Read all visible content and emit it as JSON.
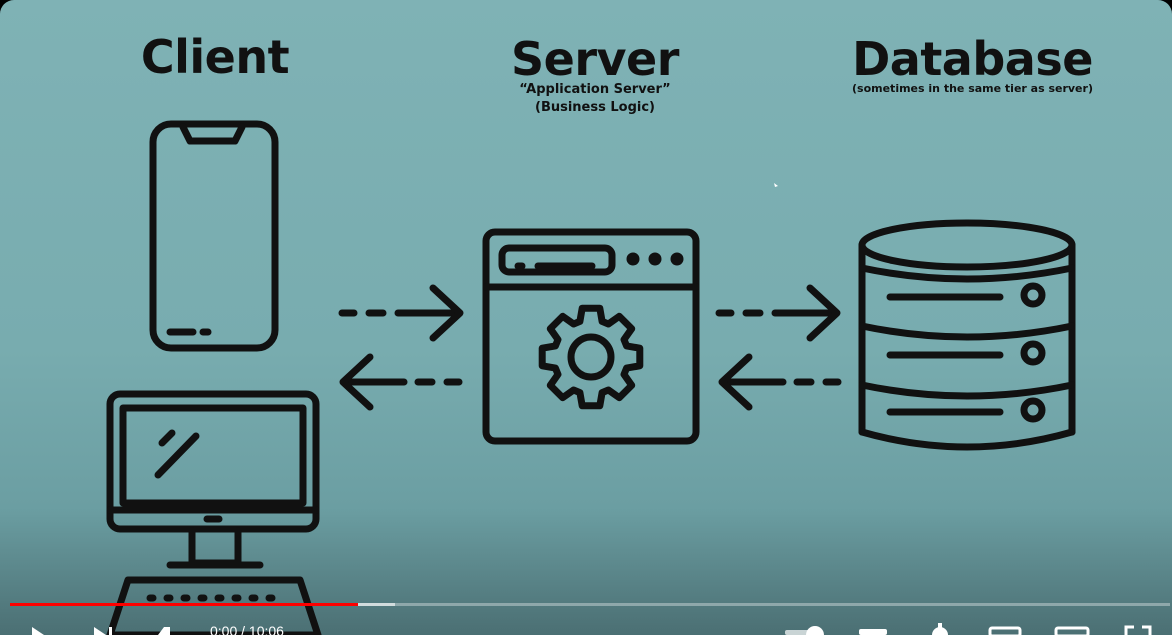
{
  "diagram": {
    "client": {
      "title": "Client"
    },
    "server": {
      "title": "Server",
      "subtitle_line1": "“Application Server”",
      "subtitle_line2": "(Business Logic)"
    },
    "database": {
      "title": "Database",
      "subtitle": "(sometimes in the same tier as server)"
    }
  },
  "player": {
    "time": "0:00 / 10:06",
    "progress_fraction": 0.3,
    "accent_color": "#ff0000"
  },
  "colors": {
    "background": "#7fb2b5",
    "ink": "#111111"
  }
}
